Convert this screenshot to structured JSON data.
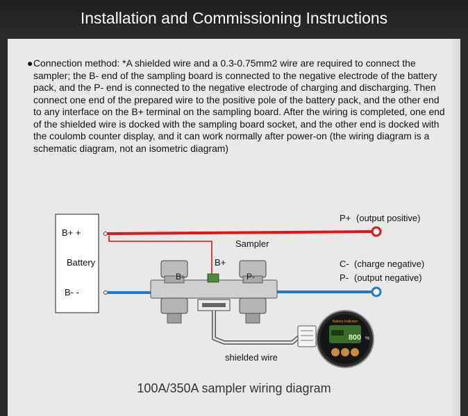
{
  "header": {
    "title": "Installation and Commissioning Instructions"
  },
  "instructions": {
    "bullet": "●",
    "text": "Connection method: *A shielded wire and a 0.3-0.75mm2 wire are required to connect the sampler; the B- end of the sampling board is connected to the negative electrode of the battery pack, and the P- end is connected to the negative electrode of charging and discharging. Then connect one end of the prepared wire to the positive pole of the battery pack, and the other end to any interface on the B+ terminal on the sampling board. After the wiring is completed, one end of the shielded wire is docked with the sampling board socket, and the other end is docked with the coulomb counter display, and it can work normally after power-on (the wiring diagram is a schematic diagram, not an isometric diagram)"
  },
  "diagram": {
    "battery": {
      "label": "Battery",
      "plus": "B+ +",
      "minus": "B- -"
    },
    "sampler": {
      "label": "Sampler",
      "b_plus": "B+",
      "b_minus": "B-",
      "p_minus": "P-"
    },
    "outputs": {
      "p_plus": {
        "symbol": "P+",
        "label": "(output positive)"
      },
      "c_minus": {
        "symbol": "C-",
        "label": "(charge negative)"
      },
      "p_minus": {
        "symbol": "P-",
        "label": "(output negative)"
      }
    },
    "shielded_wire": "shielded wire",
    "display": {
      "brand": "Battery Indicator",
      "reading": "800",
      "unit": "%"
    },
    "colors": {
      "positive_wire": "#e01515",
      "negative_wire": "#1f79d4"
    }
  },
  "caption": "100A/350A sampler wiring diagram"
}
